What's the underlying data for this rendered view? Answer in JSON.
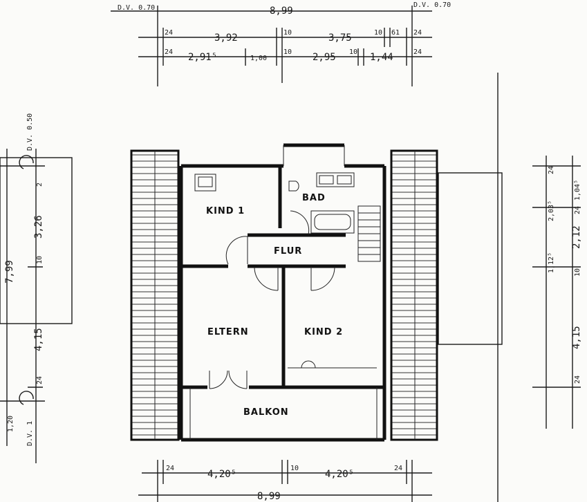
{
  "rooms": {
    "kind1": "KIND 1",
    "bad": "BAD",
    "flur": "FLUR",
    "eltern": "ELTERN",
    "kind2": "KIND 2",
    "balkon": "BALKON"
  },
  "dimensions": {
    "top": {
      "dv_left": "D.V. 0.70",
      "dv_right": "D.V. 0.70",
      "overall": "8,99",
      "row1": [
        "24",
        "3,92",
        "10",
        "3,75",
        "10",
        "61",
        "24"
      ],
      "row2": [
        "24",
        "2,91⁵",
        "1,00",
        "10",
        "2,95",
        "10",
        "1,44",
        "24"
      ]
    },
    "bottom": {
      "row1": [
        "24",
        "4,20⁵",
        "10",
        "4,20⁵",
        "24"
      ],
      "overall": "8,99"
    },
    "left": {
      "dv_top": "D.V. 0.50",
      "dv_bottom": "D.V. 1",
      "overall": "7,99",
      "segments": [
        "2",
        "3,26",
        "10",
        "4,15",
        "24",
        "1,20"
      ]
    },
    "right": {
      "segments": [
        "24",
        "1,04⁵",
        "2,03⁵",
        "24",
        "2,12",
        "1,12⁵",
        "10",
        "4,15",
        "24"
      ]
    }
  }
}
